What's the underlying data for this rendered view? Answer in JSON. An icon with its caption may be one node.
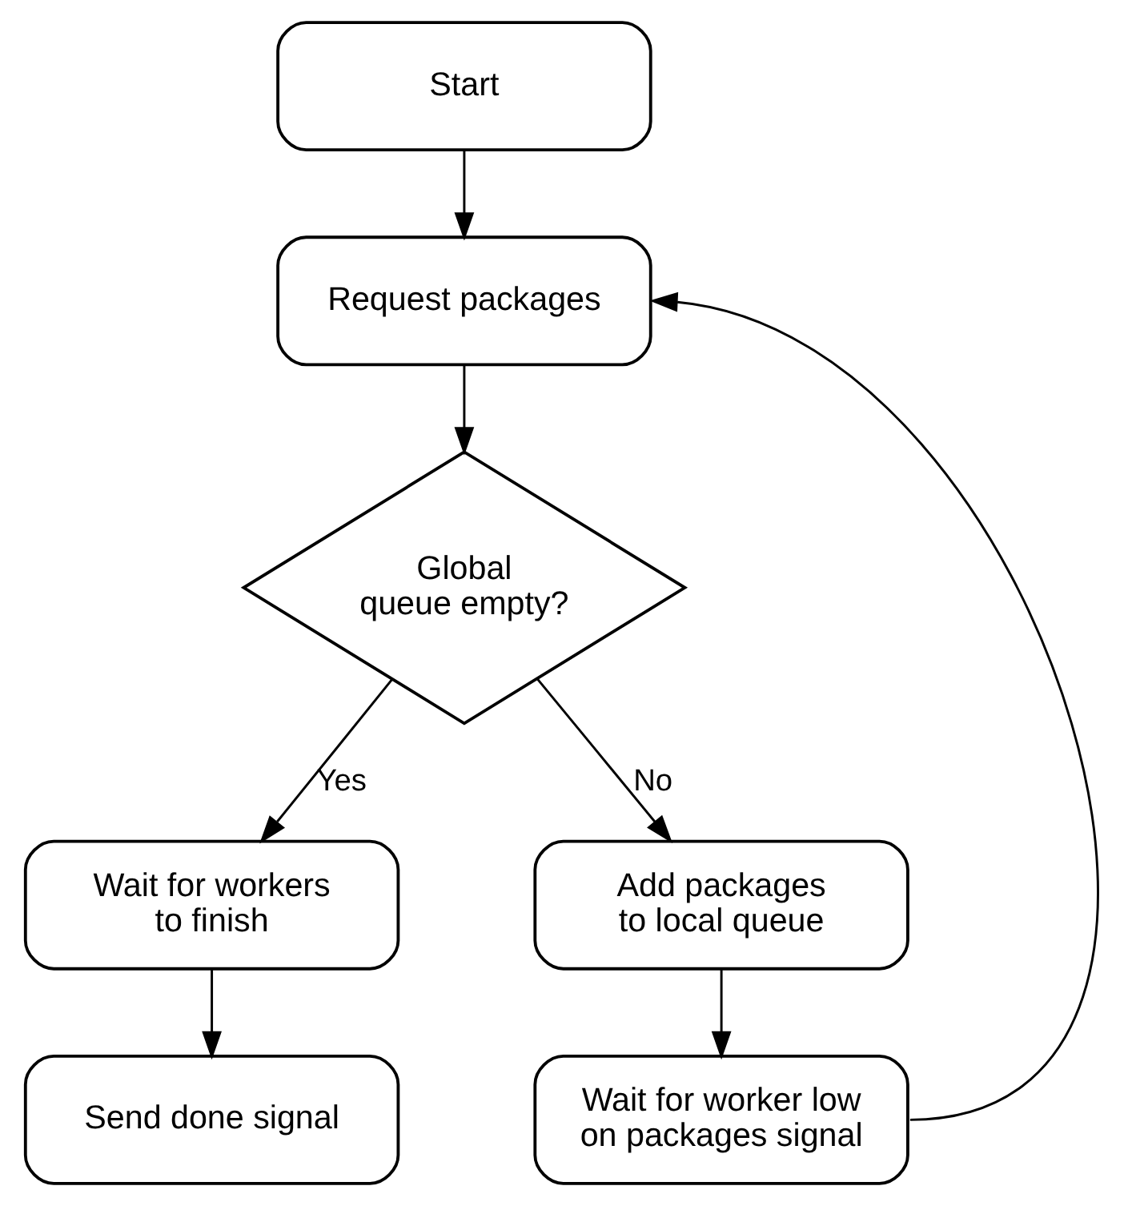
{
  "diagram": {
    "nodes": [
      {
        "text": [
          "Start"
        ]
      },
      {
        "text": [
          "Request packages"
        ]
      },
      {
        "text": [
          "Global queue empty?"
        ]
      },
      {
        "text": [
          "Wait for workers to finish"
        ]
      },
      {
        "text": [
          "Send done signal"
        ]
      },
      {
        "text": [
          "Add packages to local queue"
        ]
      },
      {
        "text": [
          "Wait for worker low on packages signal"
        ]
      }
    ],
    "edges": [
      {
        "from": 0,
        "to": 1,
        "arrow": "to"
      },
      {
        "from": 1,
        "to": 2,
        "arrow": "to"
      },
      {
        "from": 2,
        "to": 3,
        "arrow": "to",
        "label": "Yes"
      },
      {
        "from": 2,
        "to": 5,
        "arrow": "to",
        "label": "No"
      },
      {
        "from": 3,
        "to": 4,
        "arrow": "to"
      },
      {
        "from": 5,
        "to": 6,
        "arrow": "to"
      },
      {
        "from": 6,
        "to": 1,
        "arrow": "to"
      }
    ]
  }
}
